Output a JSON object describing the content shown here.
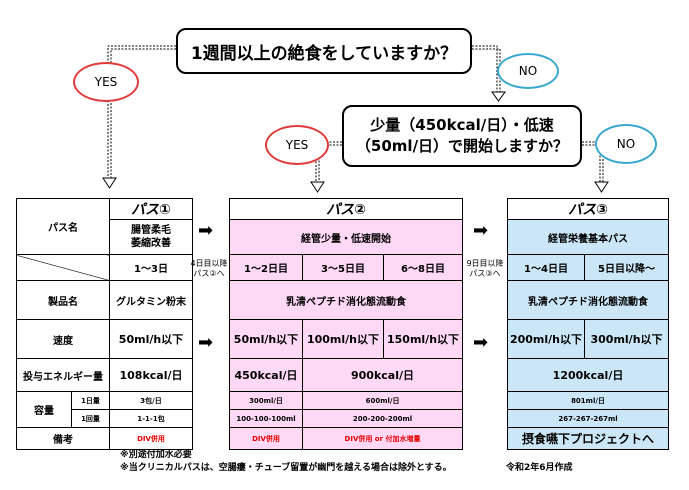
{
  "q1": "1週間以上の絶食をしていますか？",
  "q2_line1": "少量（450kcal/日）・低速",
  "q2_line2": "（50ml/日）で開始しますか？",
  "yes1": "YES",
  "no1": "NO",
  "yes2": "YES",
  "no2": "NO",
  "left": {
    "pass_label": "パス名",
    "product": "製品名",
    "speed": "速度",
    "energy": "投与エネルギー量",
    "volume": "容量",
    "per_day": "1日量",
    "per_dose": "1回量",
    "remarks": "備考"
  },
  "p1": {
    "title": "パス①",
    "name": "腸管柔毛\n萎縮改善",
    "days": "1～3日",
    "product": "グルタミン粉末",
    "speed": "50ml/h以下",
    "energy": "108kcal/日",
    "per_day": "3包/日",
    "per_dose": "1-1-1包",
    "remarks": "DIV併用"
  },
  "trans1": "4日目以降\nパス②へ",
  "trans2": "9日目以降\nパス③へ",
  "p2": {
    "title": "パス②",
    "name": "経管少量・低速開始",
    "d1": "1～2日目",
    "d2": "3～5日目",
    "d3": "6～8日目",
    "product": "乳清ペプチド消化態流動食",
    "s1": "50ml/h以下",
    "s2": "100ml/h以下",
    "s3": "150ml/h以下",
    "e1": "450kcal/日",
    "e2": "900kcal/日",
    "v1": "300ml/日",
    "v2": "600ml/日",
    "r1": "100-100-100ml",
    "r2": "200-200-200ml",
    "rem1": "DIV併用",
    "rem2": "DIV併用 or 付加水増量"
  },
  "p3": {
    "title": "パス③",
    "name": "経管栄養基本パス",
    "d1": "1～4日目",
    "d2": "5日目以降～",
    "product": "乳清ペプチド消化態流動食",
    "s1": "200ml/h以下",
    "s2": "300ml/h以下",
    "energy": "1200kcal/日",
    "per_day": "801ml/日",
    "per_dose": "267-267-267ml",
    "remarks": "摂食嚥下プロジェクトへ"
  },
  "note1": "※別途付加水必要",
  "note2": "※当クリニカルパスは、空腸瘻・チューブ留置が幽門を越える場合は除外とする。",
  "date": "令和2年6月作成"
}
